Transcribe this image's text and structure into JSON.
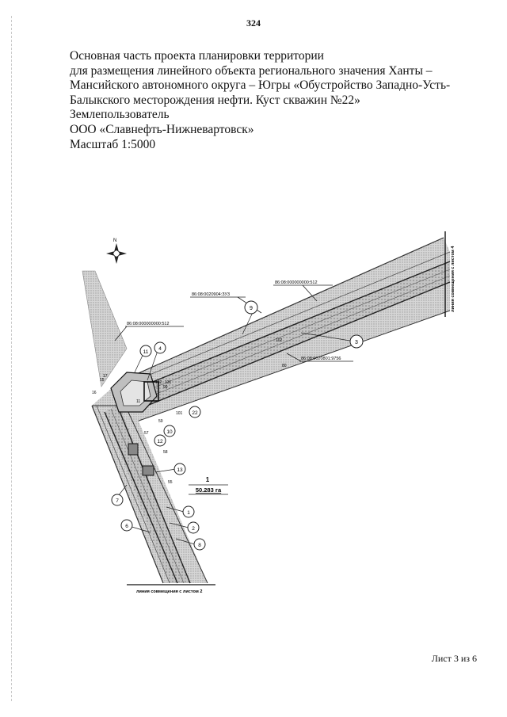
{
  "page_number": "324",
  "heading": {
    "lines": [
      "Основная часть проекта планировки территории",
      "для размещения линейного объекта регионального значения Ханты –",
      "Мансийского автономного округа – Югры «Обустройство Западно-Усть-",
      "Балыкского месторождения нефти. Куст скважин №22»",
      "Землепользователь",
      "ООО «Славнефть-Нижневартовск»",
      "Масштаб 1:5000"
    ]
  },
  "map": {
    "north_label": "N",
    "cadastral": {
      "top_right": "86:08:000000000:512",
      "zu3": "86:08:0020904:ЗУ3",
      "left": "86:08:000000000:512",
      "bottom": "86:08:0020801:9756"
    },
    "callouts": [
      "9",
      "3",
      "11",
      "4",
      "22",
      "10",
      "12",
      "13",
      "7",
      "6",
      "1",
      "2",
      "8"
    ],
    "point_labels": {
      "p102": "102",
      "p80": "80",
      "p16": "16",
      "p15": "15",
      "p17": "17",
      "p132": "132",
      "p131": "131",
      "p99": "99",
      "p11b": "11",
      "p59": "59",
      "p101": "101",
      "p57": "57",
      "p58": "58",
      "p55": "55"
    },
    "area": {
      "number": "1",
      "value": "50.283 га"
    },
    "match_line_right": "линия совмещения с листом 4",
    "match_line_bottom": "линия совмещения с листом 2"
  },
  "footer": {
    "sheet": "Лист 3 из 6"
  }
}
